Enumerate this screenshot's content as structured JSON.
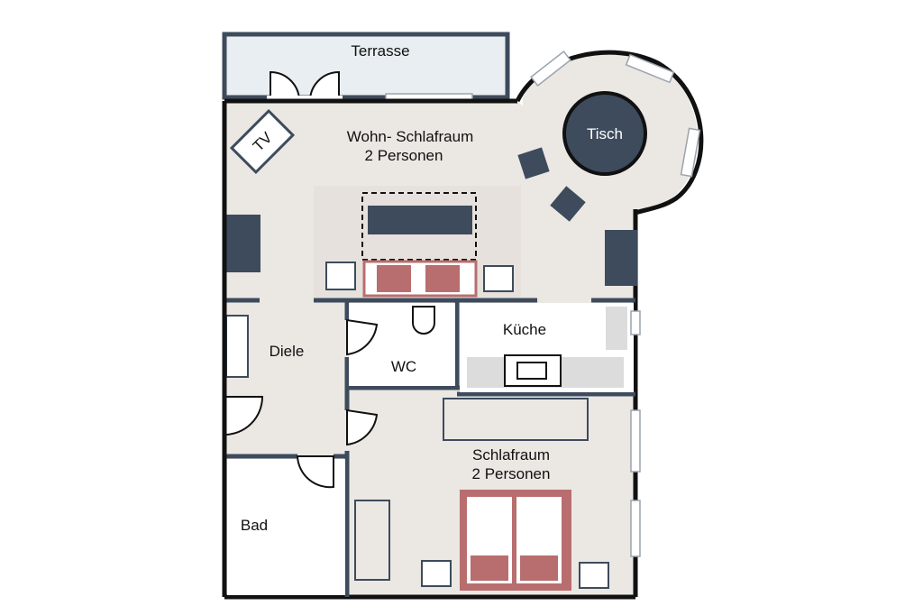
{
  "rooms": {
    "terrace": "Terrasse",
    "living_line1": "Wohn- Schlafraum",
    "living_line2": "2 Personen",
    "hall": "Diele",
    "wc": "WC",
    "kitchen": "Küche",
    "bedroom_line1": "Schlafraum",
    "bedroom_line2": "2 Personen",
    "bath": "Bad"
  },
  "furniture": {
    "tv": "TV",
    "table": "Tisch"
  },
  "colors": {
    "wall": "#3d4b5c",
    "floor": "#ebe7e3",
    "terrace": "#e8eef1",
    "furniture_dark": "#3d4b5c",
    "bed_frame": "#b86e6e",
    "kitchen_counter": "#dcdcdc",
    "bath_floor": "#ffffff"
  }
}
